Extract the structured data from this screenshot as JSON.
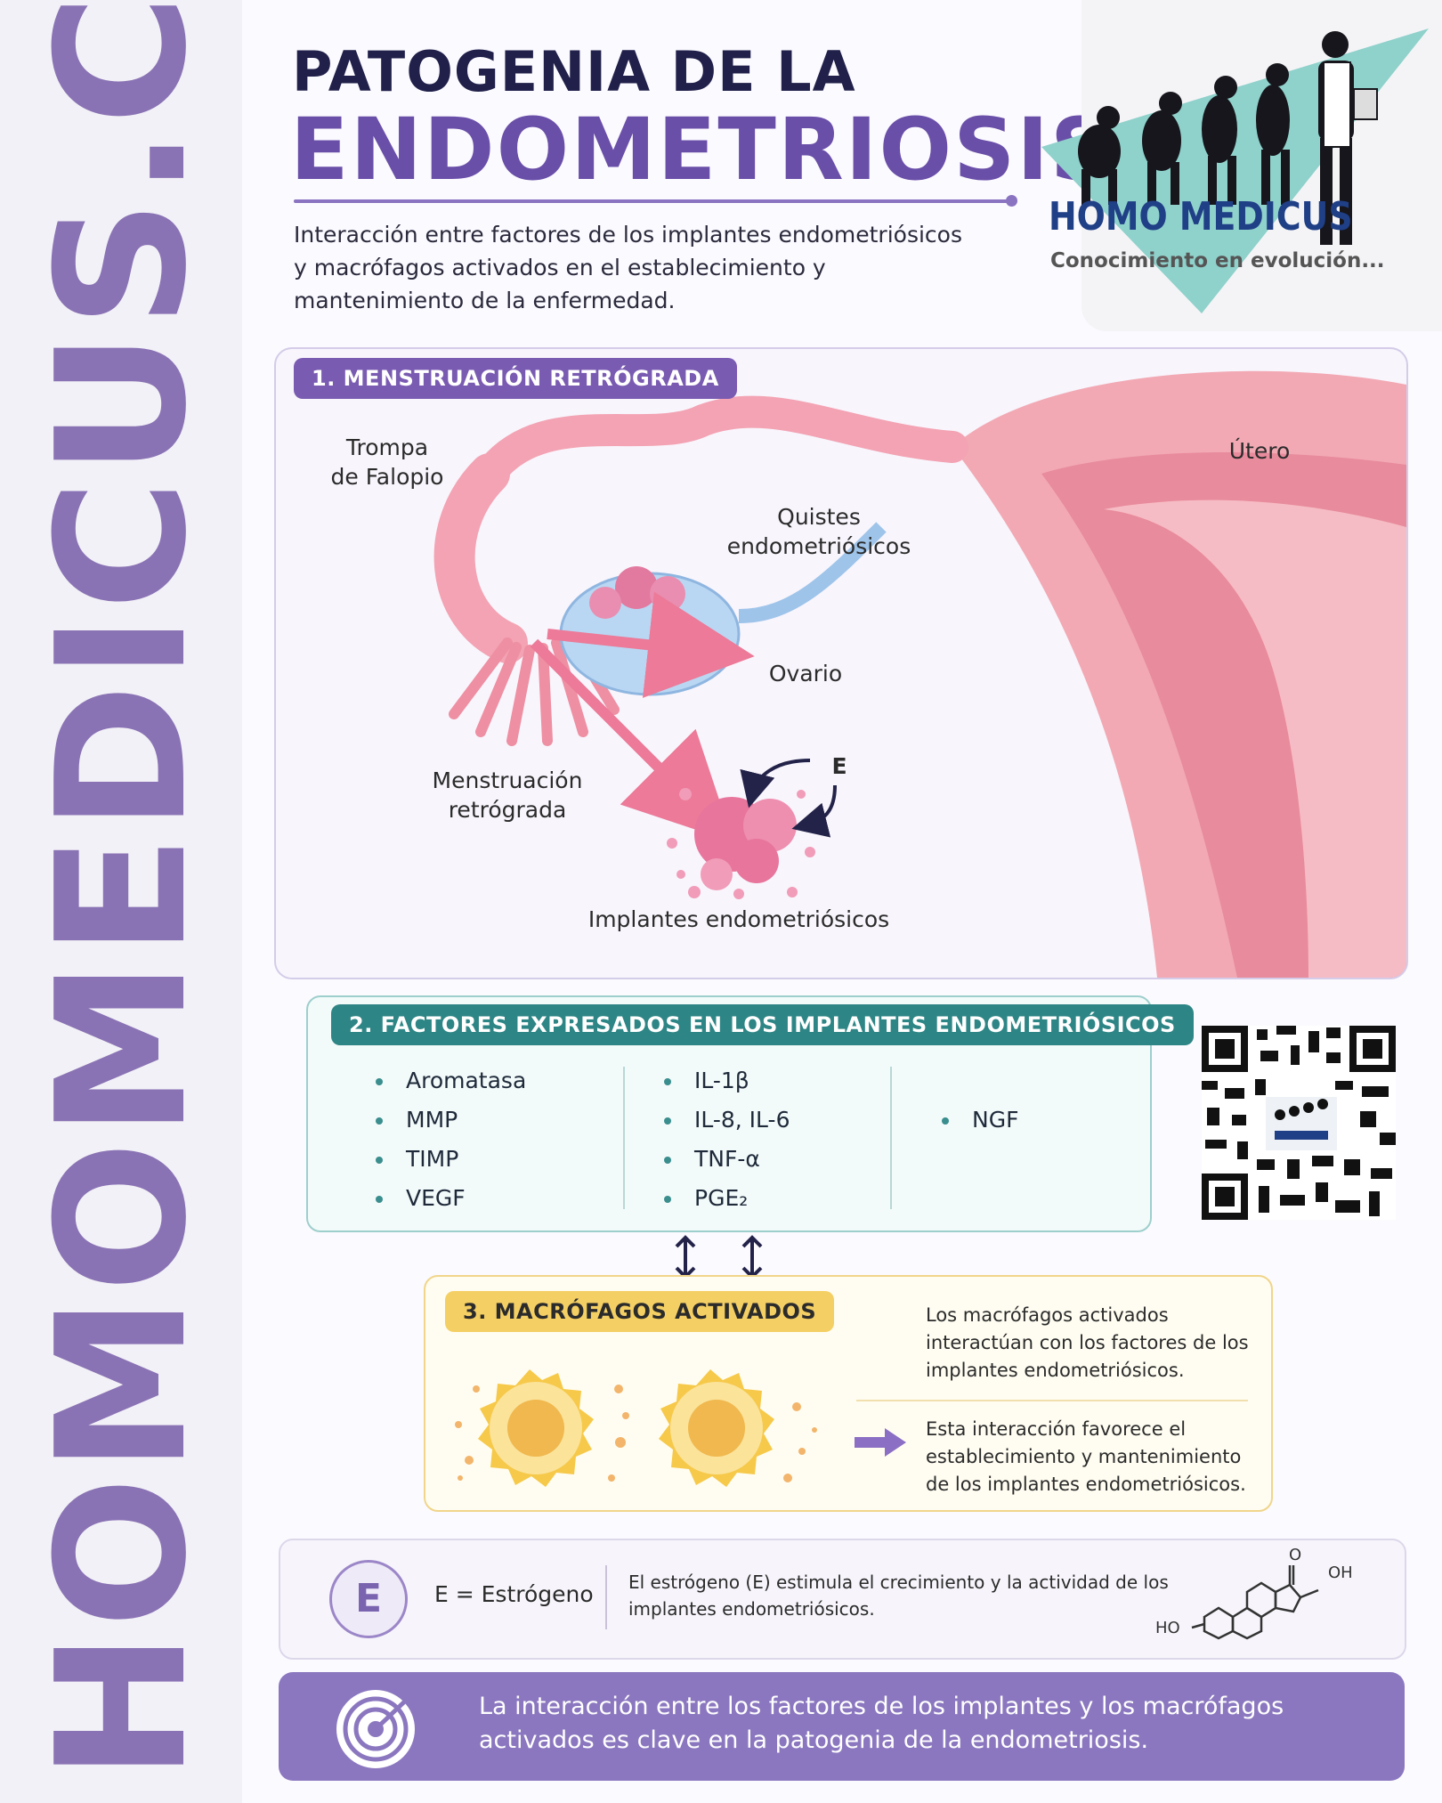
{
  "watermark": "HOMOMEDICUS.COM",
  "header": {
    "title_line1": "PATOGENIA DE LA",
    "title_line2": "ENDOMETRIOSIS",
    "intro_line1": "Interacción entre factores de los implantes endometriósicos",
    "intro_line2": "y macrófagos activados en el establecimiento y",
    "intro_line3": "mantenimiento de la enfermedad."
  },
  "logo": {
    "name": "HOMO MEDICUS",
    "tagline": "Conocimiento en evolución...",
    "icon": "human-evolution-doctor-icon"
  },
  "section1": {
    "title": "1. MENSTRUACIÓN RETRÓGRADA",
    "labels": {
      "trompa_1": "Trompa",
      "trompa_2": "de Falopio",
      "utero": "Útero",
      "quistes_1": "Quistes",
      "quistes_2": "endometriósicos",
      "ovario": "Ovario",
      "menstruacion_1": "Menstruación",
      "menstruacion_2": "retrógrada",
      "estrogen_letter": "E",
      "implantes": "Implantes endometriósicos"
    }
  },
  "section2": {
    "title": "2. FACTORES EXPRESADOS EN LOS IMPLANTES ENDOMETRIÓSICOS",
    "col1": [
      "Aromatasa",
      "MMP",
      "TIMP",
      "VEGF"
    ],
    "col2": [
      "IL-1β",
      "IL-8, IL-6",
      "TNF-α",
      "PGE₂"
    ],
    "col3": [
      "NGF"
    ]
  },
  "section3": {
    "title": "3. MACRÓFAGOS ACTIVADOS",
    "text1_l1": "Los macrófagos activados",
    "text1_l2": "interactúan con los factores de los",
    "text1_l3": "implantes endometriósicos.",
    "text2_l1": "Esta interacción favorece el",
    "text2_l2": "establecimiento y mantenimiento",
    "text2_l3": "de los implantes endometriósicos."
  },
  "estrogen": {
    "letter": "E",
    "label": "E = Estrógeno",
    "desc_l1": "El estrógeno (E) estimula el crecimiento y la actividad de los",
    "desc_l2": "implantes endometriósicos.",
    "chem_ho": "HO",
    "chem_oh": "OH",
    "chem_o": "O"
  },
  "conclusion": {
    "line1": "La interacción entre los factores de los implantes y los macrófagos",
    "line2": "activados es clave en la patogenia de la endometriosis.",
    "icon": "target-icon"
  },
  "qr": {
    "icon": "qr-code-icon"
  },
  "colors": {
    "purple": "#6a4fa8",
    "teal": "#2e8585",
    "yellow": "#f4cf64",
    "pink": "#f0a3b0"
  }
}
